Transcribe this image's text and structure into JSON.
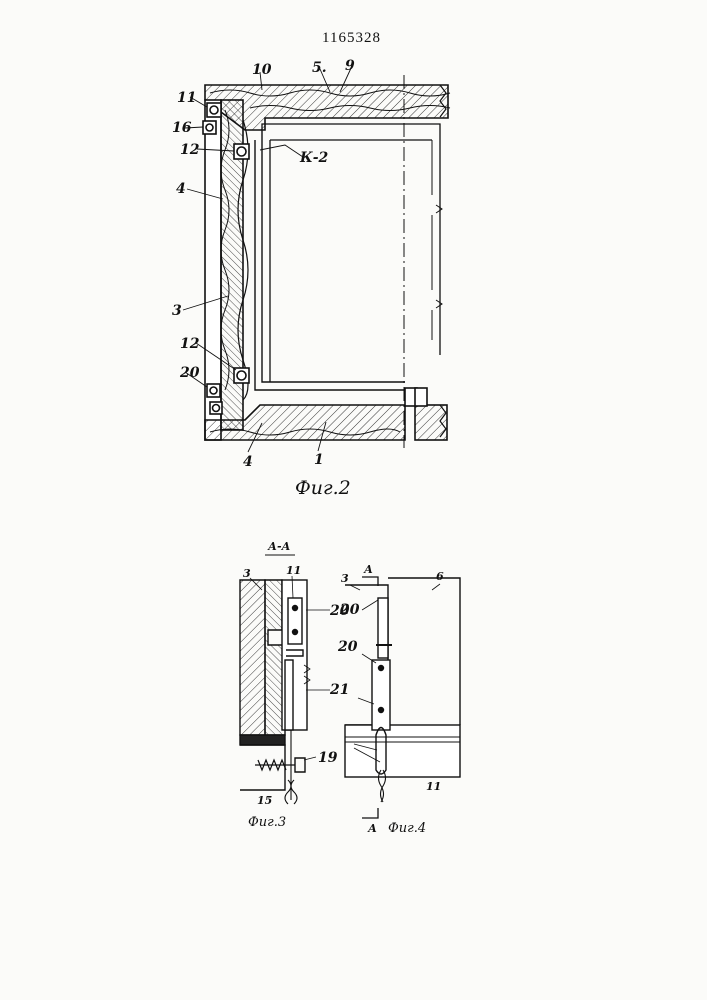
{
  "document_number": "1165328",
  "fig2": {
    "caption": "Фиг.2",
    "labels": {
      "l11": "11",
      "l16": "16",
      "l12a": "12",
      "l4a": "4",
      "l3": "3",
      "l12b": "12",
      "l20": "20",
      "l4b": "4",
      "l1": "1",
      "l10": "10",
      "l5": "5.",
      "l9": "9",
      "lk2": "К-2"
    }
  },
  "fig3": {
    "caption": "Фиг.3",
    "section": "А-А",
    "labels": {
      "l3": "3",
      "l11": "11",
      "l20": "20",
      "l21": "21",
      "l19": "19",
      "l15": "15"
    }
  },
  "fig4": {
    "caption": "Фиг.4",
    "labels": {
      "l3": "3",
      "l6": "6",
      "l20a": "20",
      "l20b": "20",
      "l11": "11",
      "la_top": "А",
      "la_bot": "А"
    }
  }
}
